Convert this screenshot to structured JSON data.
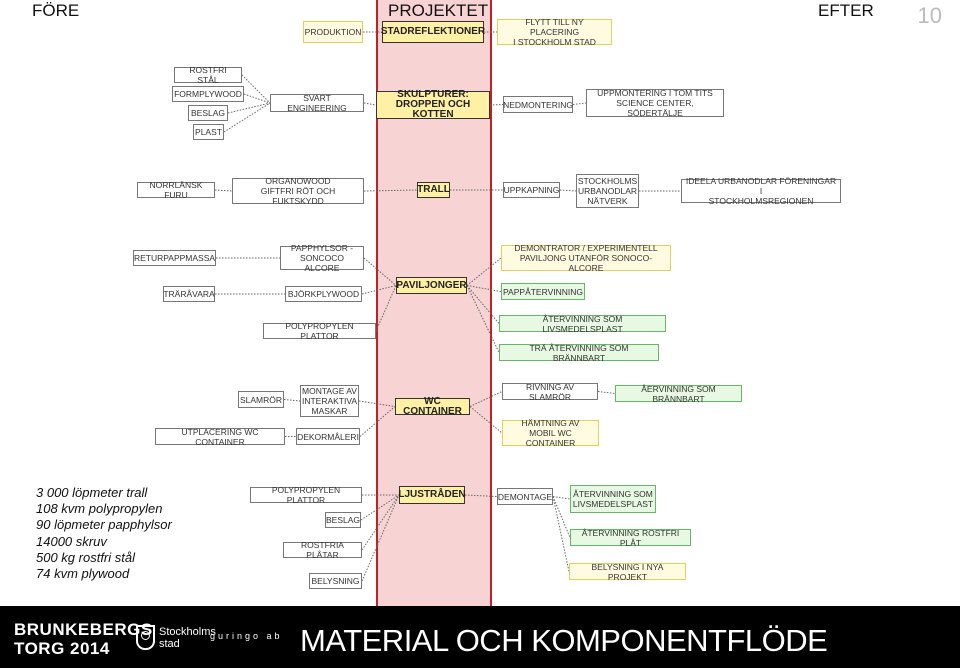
{
  "header": {
    "left": "FÖRE",
    "center": "PROJEKTET",
    "right": "EFTER",
    "page_number": "10"
  },
  "boxes": [
    {
      "id": "produktion",
      "text": "PRODUKTION",
      "style": "y"
    },
    {
      "id": "stadreflektioner",
      "text": "STADREFLEKTIONER",
      "style": "c"
    },
    {
      "id": "flytt",
      "text": "FLYTT TILL NY PLACERING\nI STOCKHOLM STAD",
      "style": "y"
    },
    {
      "id": "rostfri",
      "text": "ROSTFRI STÅL",
      "style": ""
    },
    {
      "id": "formplywood",
      "text": "FORMPLYWOOD",
      "style": ""
    },
    {
      "id": "beslag1",
      "text": "BESLAG",
      "style": ""
    },
    {
      "id": "plast",
      "text": "PLAST",
      "style": ""
    },
    {
      "id": "svart",
      "text": "SVART ENGINEERING",
      "style": ""
    },
    {
      "id": "skulpturer",
      "text": "SKULPTURER:\nDROPPEN OCH KOTTEN",
      "style": "c"
    },
    {
      "id": "nedmontering",
      "text": "NEDMONTERING",
      "style": ""
    },
    {
      "id": "uppmontering",
      "text": "UPPMONTERING I TOM TITS\nSCIENCE CENTER, SÖDERTÄLJE",
      "style": ""
    },
    {
      "id": "norrlansk",
      "text": "NORRLÄNSK FURU",
      "style": ""
    },
    {
      "id": "organowood",
      "text": "ORGANOWOOD\nGIFTFRI RÖT OCH FUKTSKYDD",
      "style": ""
    },
    {
      "id": "trall",
      "text": "TRALL",
      "style": "c"
    },
    {
      "id": "uppkapning",
      "text": "UPPKAPNING",
      "style": ""
    },
    {
      "id": "stockholms",
      "text": "STOCKHOLMS\nURBANODLAR\nNÄTVERK",
      "style": ""
    },
    {
      "id": "ideela",
      "text": "IDEELA URBANODLAR FÖRENINGAR I\nSTOCKHOLMSREGIONEN",
      "style": ""
    },
    {
      "id": "returpapp",
      "text": "RETURPAPPMASSA",
      "style": ""
    },
    {
      "id": "traravara",
      "text": "TRÄRÅVARA",
      "style": ""
    },
    {
      "id": "papphylsor",
      "text": "PAPPHYLSOR -\nSONCOCO ALCORE",
      "style": ""
    },
    {
      "id": "bjorkply",
      "text": "BJÖRKPLYWOOD",
      "style": ""
    },
    {
      "id": "paviljonger",
      "text": "PAVILJONGER",
      "style": "c"
    },
    {
      "id": "demonstrator",
      "text": "DEMONTRATOR / EXPERIMENTELL\nPAVILJONG UTANFÖR SONOCO-ALCORE",
      "style": "y"
    },
    {
      "id": "pappater",
      "text": "PAPPÅTERVINNING",
      "style": "g"
    },
    {
      "id": "polyplattor1",
      "text": "POLYPROPYLEN PLATTOR",
      "style": ""
    },
    {
      "id": "atervinn_livs1",
      "text": "ÅTERVINNING SOM LIVSMEDELSPLAST",
      "style": "g"
    },
    {
      "id": "tra_brann",
      "text": "TRÄ ÅTERVINNING SOM BRÄNNBART",
      "style": "g"
    },
    {
      "id": "slamror",
      "text": "SLAMRÖR",
      "style": ""
    },
    {
      "id": "montage",
      "text": "MONTAGE AV\nINTERAKTIVA\nMASKAR",
      "style": ""
    },
    {
      "id": "wc",
      "text": "WC CONTAINER",
      "style": "c"
    },
    {
      "id": "rivning",
      "text": "RIVNING AV SLAMRÖR",
      "style": ""
    },
    {
      "id": "aer_brann",
      "text": "ÅERVINNING SOM BRÄNNBART",
      "style": "g"
    },
    {
      "id": "utplacering",
      "text": "UTPLACERING WC CONTAINER",
      "style": ""
    },
    {
      "id": "dekor",
      "text": "DEKORMÅLERI",
      "style": ""
    },
    {
      "id": "hamtning",
      "text": "HÄMTNING AV\nMOBIL WC CONTAINER",
      "style": "y"
    },
    {
      "id": "polyplattor2",
      "text": "POLYPROPYLEN PLATTOR",
      "style": ""
    },
    {
      "id": "beslag2",
      "text": "BESLAG",
      "style": ""
    },
    {
      "id": "rostfria_platar",
      "text": "ROSTFRIA PLÅTAR",
      "style": ""
    },
    {
      "id": "belysning1",
      "text": "BELYSNING",
      "style": ""
    },
    {
      "id": "ljustraden",
      "text": "LJUSTRÅDEN",
      "style": "c"
    },
    {
      "id": "demontage",
      "text": "DEMONTAGE",
      "style": ""
    },
    {
      "id": "atervinn_livs2",
      "text": "ÅTERVINNING SOM\nLIVSMEDELSPLAST",
      "style": "g"
    },
    {
      "id": "atervinn_plat",
      "text": "ÅTERVINNING ROSTFRI PLÅT",
      "style": "g"
    },
    {
      "id": "belysning_nytt",
      "text": "BELYSNING I NYA PROJEKT",
      "style": "y"
    }
  ],
  "edges": [
    [
      "produktion",
      "stadreflektioner"
    ],
    [
      "stadreflektioner",
      "flytt"
    ],
    [
      "rostfri",
      "svart"
    ],
    [
      "formplywood",
      "svart"
    ],
    [
      "beslag1",
      "svart"
    ],
    [
      "plast",
      "svart"
    ],
    [
      "svart",
      "skulpturer"
    ],
    [
      "skulpturer",
      "nedmontering"
    ],
    [
      "nedmontering",
      "uppmontering"
    ],
    [
      "norrlansk",
      "organowood"
    ],
    [
      "organowood",
      "trall"
    ],
    [
      "trall",
      "uppkapning"
    ],
    [
      "uppkapning",
      "stockholms"
    ],
    [
      "stockholms",
      "ideela"
    ],
    [
      "returpapp",
      "papphylsor"
    ],
    [
      "traravara",
      "bjorkply"
    ],
    [
      "papphylsor",
      "paviljonger"
    ],
    [
      "bjorkply",
      "paviljonger"
    ],
    [
      "polyplattor1",
      "paviljonger"
    ],
    [
      "paviljonger",
      "demonstrator"
    ],
    [
      "paviljonger",
      "pappater"
    ],
    [
      "paviljonger",
      "atervinn_livs1"
    ],
    [
      "paviljonger",
      "tra_brann"
    ],
    [
      "slamror",
      "montage"
    ],
    [
      "montage",
      "wc"
    ],
    [
      "utplacering",
      "dekor"
    ],
    [
      "dekor",
      "wc"
    ],
    [
      "wc",
      "rivning"
    ],
    [
      "rivning",
      "aer_brann"
    ],
    [
      "wc",
      "hamtning"
    ],
    [
      "polyplattor2",
      "ljustraden"
    ],
    [
      "beslag2",
      "ljustraden"
    ],
    [
      "rostfria_platar",
      "ljustraden"
    ],
    [
      "belysning1",
      "ljustraden"
    ],
    [
      "ljustraden",
      "demontage"
    ],
    [
      "demontage",
      "atervinn_livs2"
    ],
    [
      "demontage",
      "atervinn_plat"
    ],
    [
      "demontage",
      "belysning_nytt"
    ]
  ],
  "notes": [
    "3 000 löpmeter trall",
    "108 kvm polypropylen",
    "90 löpmeter papphylsor",
    "14000 skruv",
    "500 kg rostfri stål",
    "74 kvm plywood"
  ],
  "footer": {
    "brand_line1": "BRUNKEBERGS",
    "brand_line2": "TORG 2014",
    "stockholm_line1": "Stockholms",
    "stockholm_line2": "stad",
    "guringo": "guringo ab",
    "title": "MATERIAL OCH KOMPONENTFLÖDE"
  }
}
